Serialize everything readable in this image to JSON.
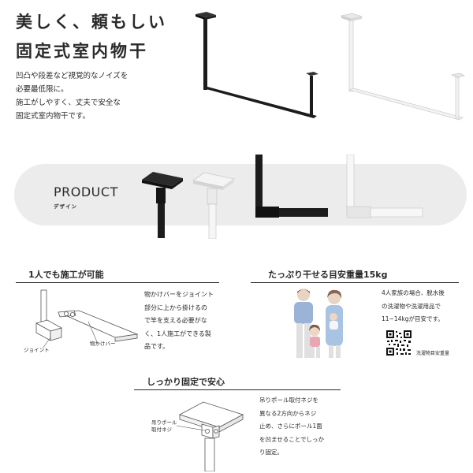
{
  "hero": {
    "headline": [
      "美しく、頼もしい",
      "固定式室内物干"
    ],
    "intro": [
      "凹凸や段差など視覚的なノイズを",
      "必要最低限に。",
      "施工がしやすく、丈夫で安全な",
      "固定式室内物干です。"
    ],
    "colors": {
      "black": "#1c1c1c",
      "white": "#f2f2f2"
    }
  },
  "product": {
    "title": "PRODUCT",
    "subtitle": "デザイン",
    "band_color": "#ececec",
    "thumbnails": [
      "black-ceiling-mount",
      "white-ceiling-mount",
      "black-corner-joint",
      "white-corner-joint"
    ]
  },
  "features": {
    "easy_install": {
      "title": "1人でも施工が可能",
      "text": [
        "物かけバーをジョイント",
        "部分に上から掛けるの",
        "で竿を支える必要がな",
        "く、1人施工ができる製",
        "品です。"
      ],
      "callouts": {
        "joint": "ジョイント",
        "bar": "物かけバー"
      }
    },
    "capacity": {
      "title": "たっぷり干せる目安重量15kg",
      "text": [
        "4人家族の場合、脱水後",
        "の洗濯物や洗濯用品で",
        "11~14kgが目安です。"
      ],
      "qr_caption": "洗濯物目安重量"
    },
    "secure": {
      "title": "しっかり固定で安心",
      "text": [
        "吊りポール取付ネジを",
        "異なる2方向からネジ",
        "止め、さらにポール1面",
        "を凹ませることでしっか",
        "り固定。"
      ],
      "callout": [
        "吊りポール",
        "取付ネジ"
      ]
    }
  }
}
